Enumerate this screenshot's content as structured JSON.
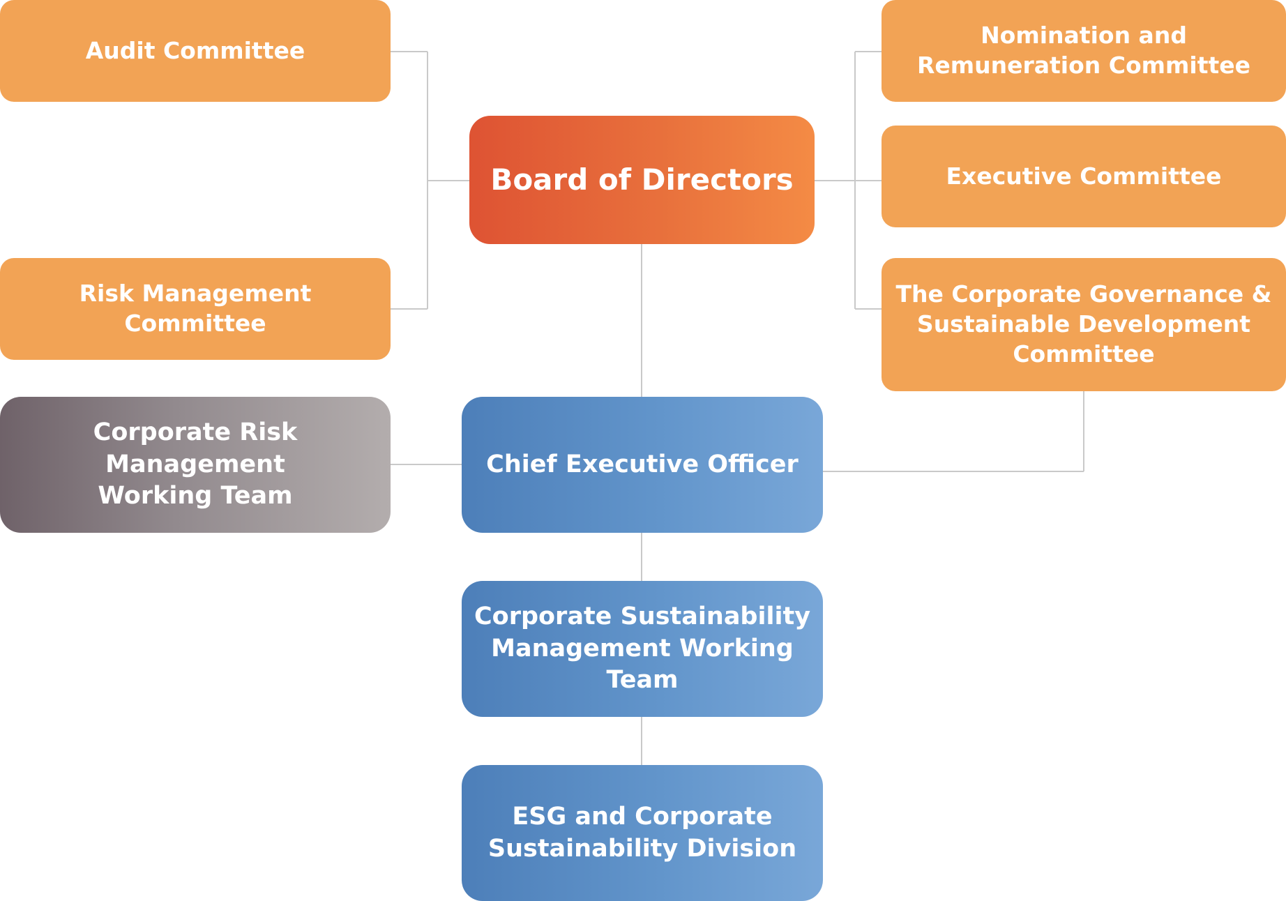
{
  "nodes": {
    "audit_committee": "Audit Committee",
    "risk_management_committee": "Risk Management Committee",
    "board_of_directors": "Board of Directors",
    "nomination_committee": [
      "Nomination and",
      "Remuneration Committee"
    ],
    "executive_committee": "Executive Committee",
    "cgsd_committee": [
      "The Corporate Governance &",
      "Sustainable Development",
      "Committee"
    ],
    "corporate_risk_team": [
      "Corporate Risk Management",
      "Working Team"
    ],
    "ceo": "Chief Executive Officer",
    "sustainability_team": [
      "Corporate Sustainability",
      "Management Working",
      "Team"
    ],
    "esg_division": [
      "ESG and Corporate",
      "Sustainability Division"
    ]
  },
  "colors": {
    "committee": "#f2a355",
    "board_start": "#de5333",
    "board_end": "#f48b45",
    "management_start": "#4d7fb9",
    "management_end": "#79a7d8",
    "risk_team_start": "#6f6269",
    "risk_team_end": "#b3adad",
    "connector": "#c9c9c9",
    "text": "#ffffff"
  }
}
